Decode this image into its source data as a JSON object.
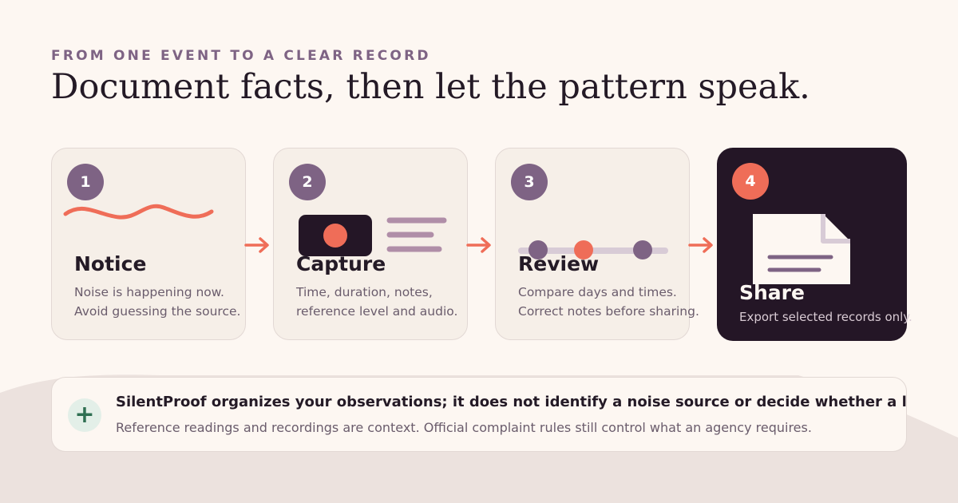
{
  "eyebrow": "FROM ONE EVENT TO A CLEAR RECORD",
  "title": "Document facts, then let the pattern speak.",
  "steps": [
    {
      "number": "1",
      "title": "Notice",
      "lines": [
        "Noise is happening now.",
        "Avoid guessing the source."
      ],
      "icon": "wave-icon"
    },
    {
      "number": "2",
      "title": "Capture",
      "lines": [
        "Time, duration, notes,",
        "reference level and audio."
      ],
      "icon": "record-icon"
    },
    {
      "number": "3",
      "title": "Review",
      "lines": [
        "Compare days and times.",
        "Correct notes before sharing."
      ],
      "icon": "timeline-icon"
    },
    {
      "number": "4",
      "title": "Share",
      "lines": [
        "Export selected records only."
      ],
      "icon": "document-icon"
    }
  ],
  "note": {
    "icon": "plus-icon",
    "headline": "SilentProof organizes your observations; it does not identify a noise source or decide whether a law was broken.",
    "subline": "Reference readings and recordings are context. Official complaint rules still control what an agency requires."
  },
  "colors": {
    "accent": "#ef6d58",
    "purple": "#7e6384",
    "dark": "#241626",
    "background": "#fdf7f2"
  }
}
